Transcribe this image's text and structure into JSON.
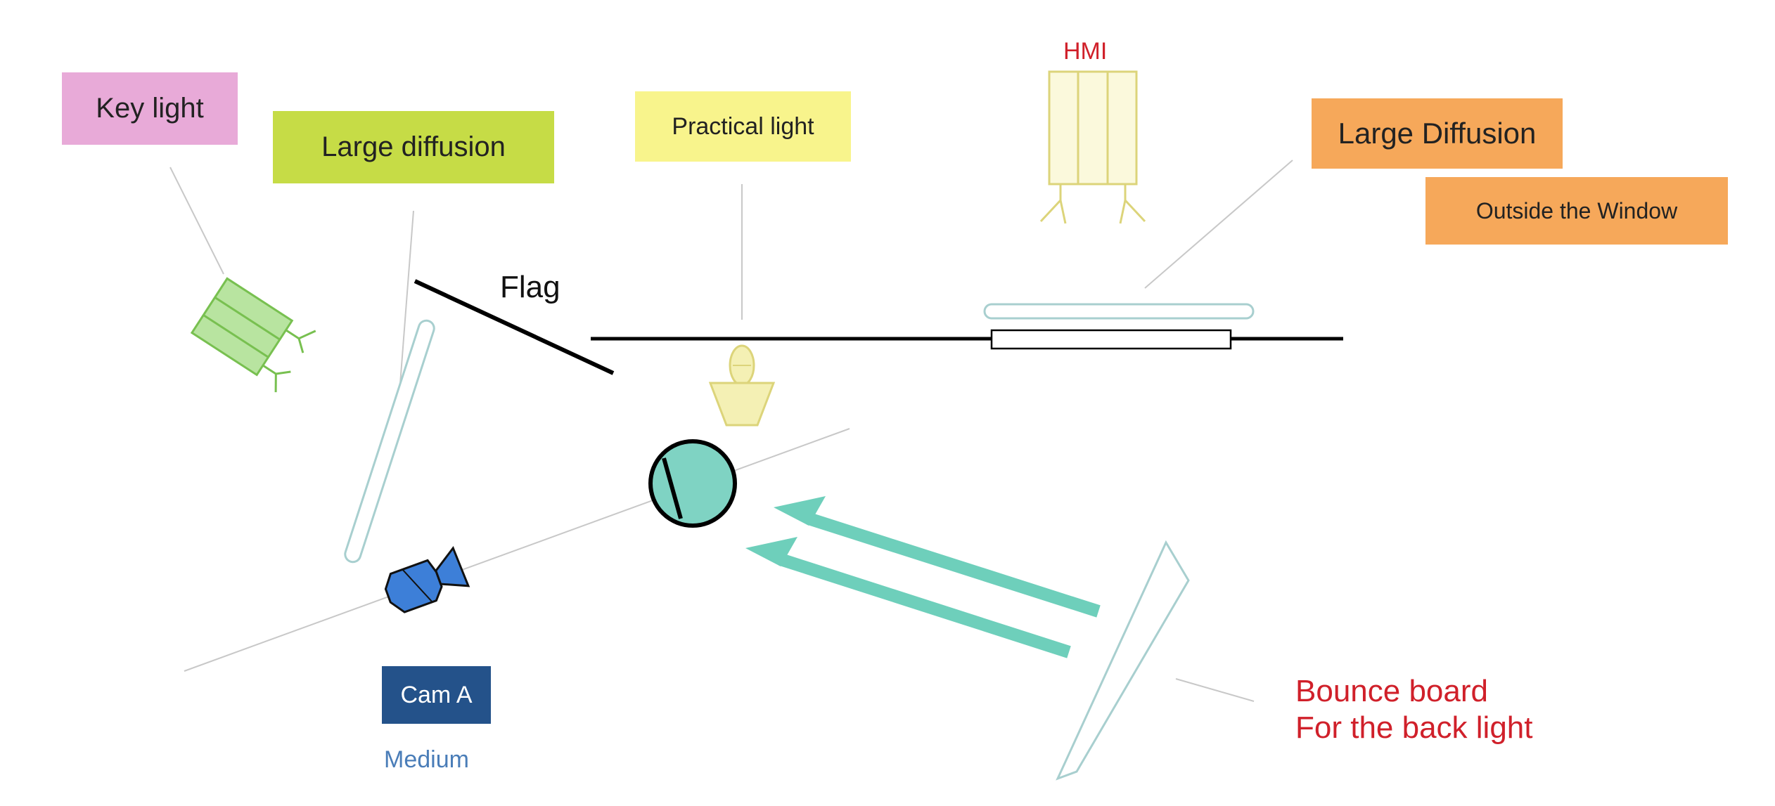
{
  "labels": {
    "key_light": "Key light",
    "large_diffusion_left": "Large diffusion",
    "practical_light": "Practical light",
    "hmi": "HMI",
    "large_diffusion_right": "Large Diffusion",
    "outside_window": "Outside the Window",
    "flag": "Flag",
    "cam_a": "Cam A",
    "medium": "Medium",
    "bounce_line1": "Bounce board",
    "bounce_line2": "For the back light"
  },
  "colors": {
    "key_light_bg": "#e8aad8",
    "large_diffusion_bg": "#c6dc46",
    "practical_bg": "#f8f48c",
    "orange_bg": "#f6a85a",
    "red_text": "#d0202a",
    "camera_blue": "#3d7fd8",
    "cam_label_bg": "#24528a",
    "medium_text": "#4a7db8",
    "teal": "#6ecfbb",
    "light_green": "#a8d88c",
    "yellow_fixture": "#f4f0b4",
    "diffusion_outline": "#a8cfcf"
  }
}
